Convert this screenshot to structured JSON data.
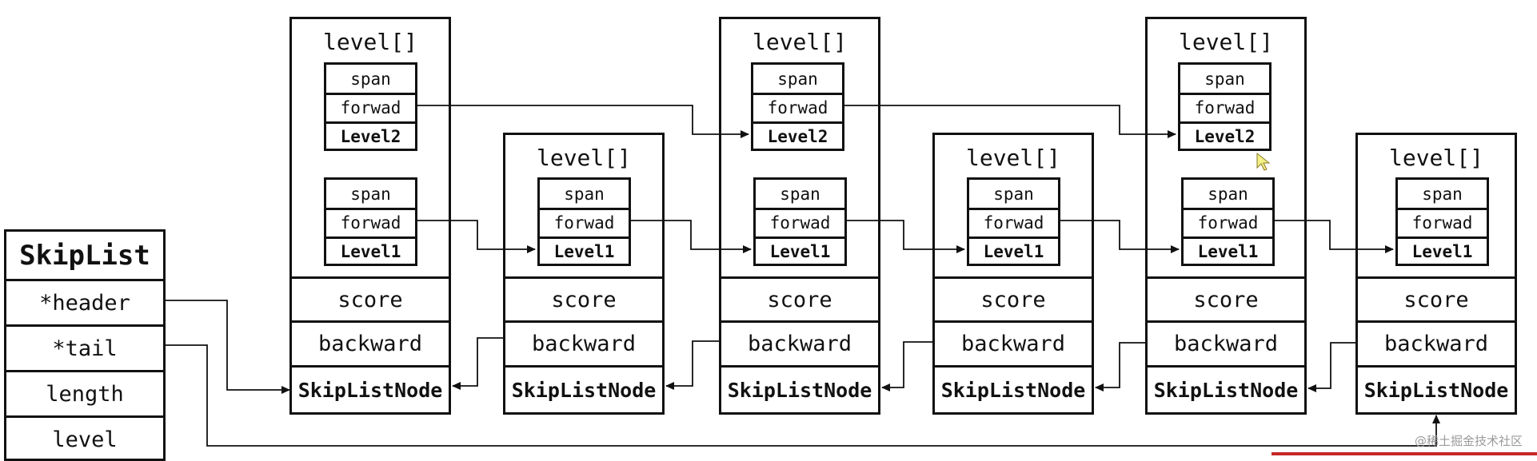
{
  "skiplist": {
    "title": "SkipList",
    "fields": [
      "*header",
      "*tail",
      "length",
      "level"
    ]
  },
  "nodes": [
    {
      "level_title": "level[]",
      "levels": [
        {
          "span": "span",
          "forward": "forwad",
          "name": "Level2"
        },
        {
          "span": "span",
          "forward": "forwad",
          "name": "Level1"
        }
      ],
      "score": "score",
      "backward": "backward",
      "label": "SkipListNode"
    },
    {
      "level_title": "level[]",
      "levels": [
        {
          "span": "span",
          "forward": "forwad",
          "name": "Level1"
        }
      ],
      "score": "score",
      "backward": "backward",
      "label": "SkipListNode"
    },
    {
      "level_title": "level[]",
      "levels": [
        {
          "span": "span",
          "forward": "forwad",
          "name": "Level2"
        },
        {
          "span": "span",
          "forward": "forwad",
          "name": "Level1"
        }
      ],
      "score": "score",
      "backward": "backward",
      "label": "SkipListNode"
    },
    {
      "level_title": "level[]",
      "levels": [
        {
          "span": "span",
          "forward": "forwad",
          "name": "Level1"
        }
      ],
      "score": "score",
      "backward": "backward",
      "label": "SkipListNode"
    },
    {
      "level_title": "level[]",
      "levels": [
        {
          "span": "span",
          "forward": "forwad",
          "name": "Level2"
        },
        {
          "span": "span",
          "forward": "forwad",
          "name": "Level1"
        }
      ],
      "score": "score",
      "backward": "backward",
      "label": "SkipListNode"
    },
    {
      "level_title": "level[]",
      "levels": [
        {
          "span": "span",
          "forward": "forwad",
          "name": "Level1"
        }
      ],
      "score": "score",
      "backward": "backward",
      "label": "SkipListNode"
    }
  ],
  "watermark": "@稀土掘金技术社区"
}
